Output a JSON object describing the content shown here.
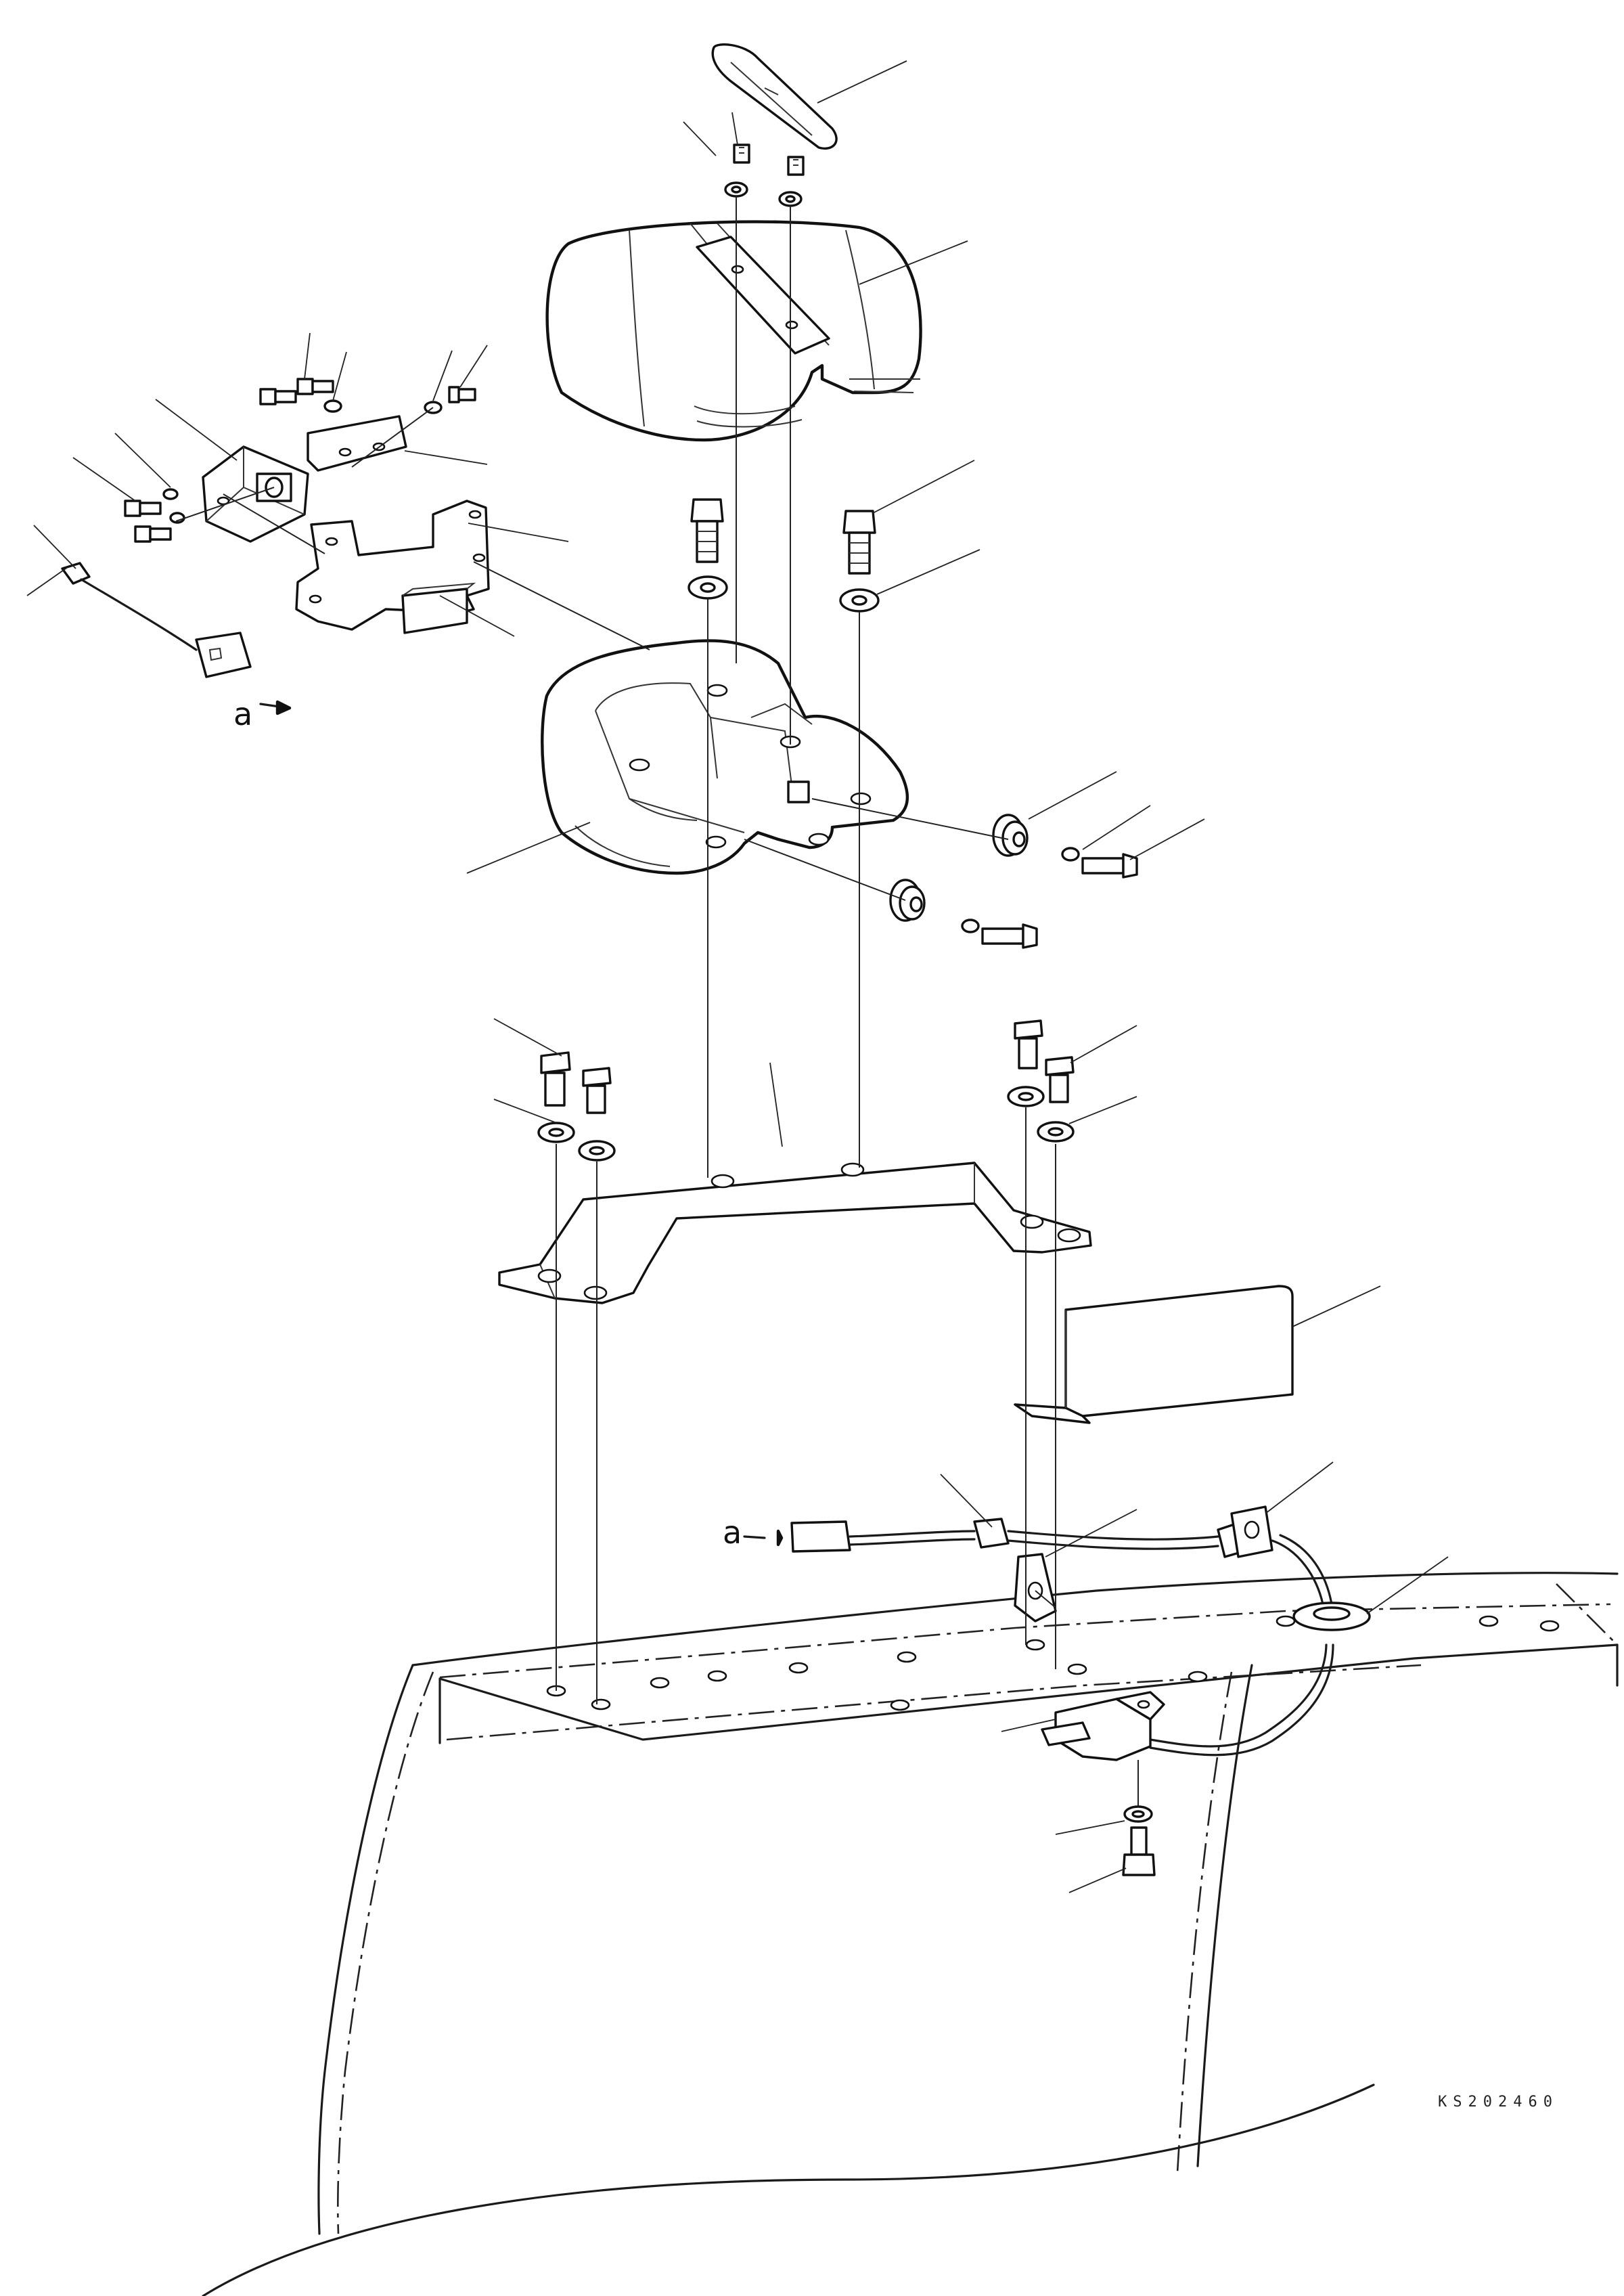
{
  "drawing": {
    "reference_letter": "a",
    "reference_letter_2": "a",
    "figure_code": "KS202460"
  },
  "colors": {
    "line": "#111111",
    "background": "#ffffff"
  },
  "parts": [
    "cover-cap",
    "small-bolt",
    "washer",
    "armrest-cushion",
    "solenoid-switch",
    "bracket",
    "mounting-plate",
    "foam-pad",
    "wire-connector",
    "armrest-base",
    "rubber-mount",
    "support-bracket",
    "shield-plate",
    "wiring-harness",
    "grommet",
    "clip-bracket",
    "cab-floor",
    "console-panel"
  ]
}
